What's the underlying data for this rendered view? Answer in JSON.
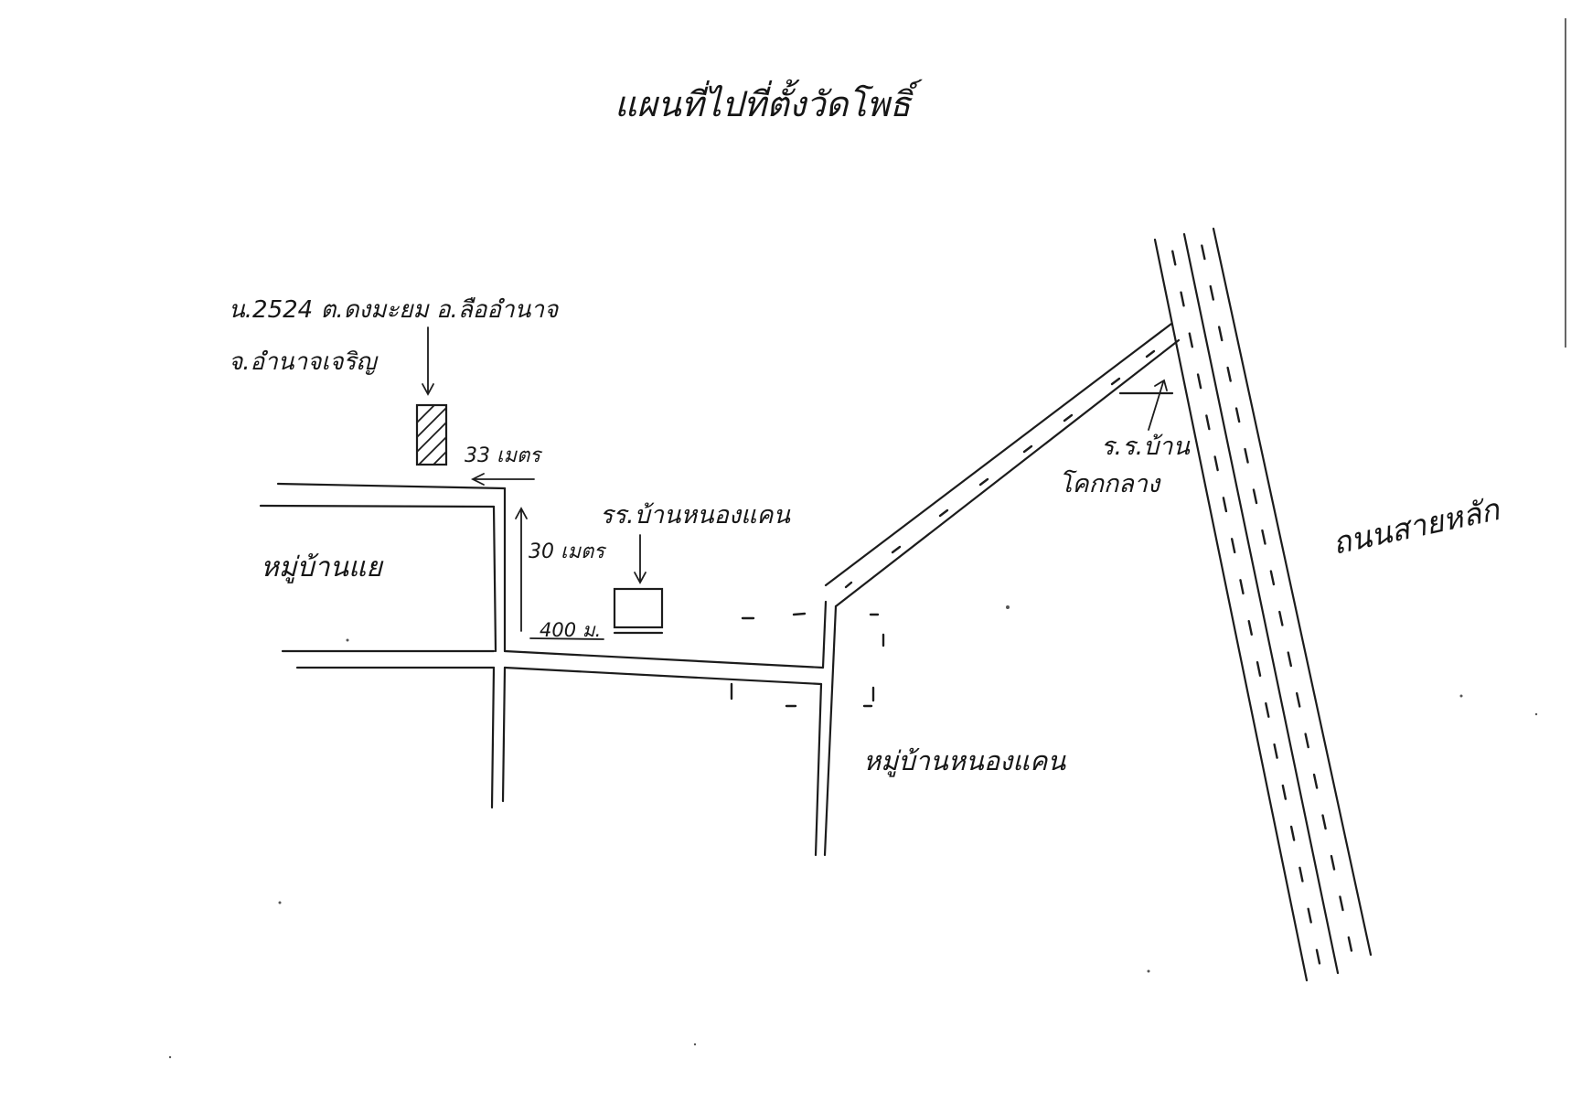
{
  "title": "แผนที่ไปที่ตั้งวัดโพธิ์",
  "labels": {
    "address_line1": "น.2524 ต.ดงมะยม อ.ลืออำนาจ",
    "address_line2": "จ.อำนาจเจริญ",
    "dist_33": "33 เมตร",
    "dist_30": "30 เมตร",
    "dist_400": "400 ม.",
    "school_nongkhaen": "รร.บ้านหนองแคน",
    "village_yae": "หมู่บ้านแย",
    "village_nongkhaen": "หมู่บ้านหนองแคน",
    "school_khokklang_1": "ร.ร.บ้าน",
    "school_khokklang_2": "โคกกลาง",
    "highway": "ถนนสายหลัก"
  },
  "colors": {
    "ink": "#1c1c1c",
    "paper": "#ffffff"
  }
}
